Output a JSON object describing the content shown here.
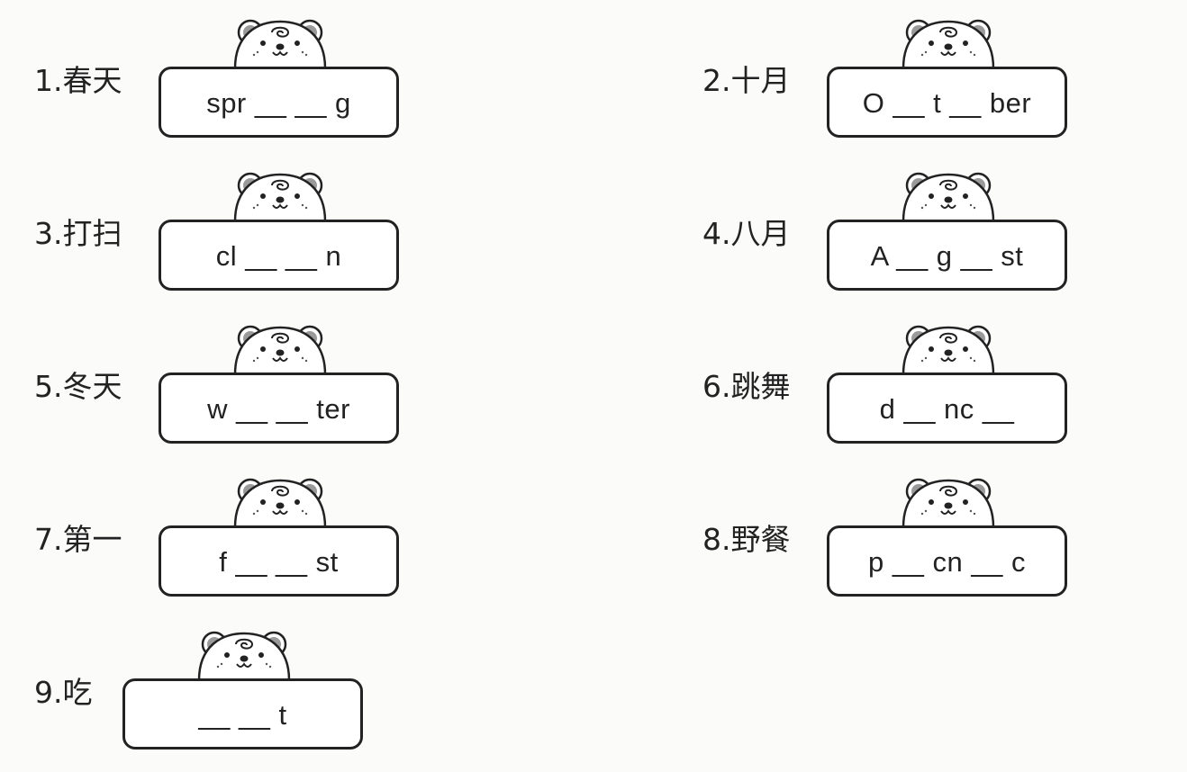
{
  "items": [
    {
      "number": "1.",
      "chinese": "春天",
      "word": "spr __ __ g"
    },
    {
      "number": "2.",
      "chinese": "十月",
      "word": "O __ t __ ber"
    },
    {
      "number": "3.",
      "chinese": "打扫",
      "word": "cl __ __ n"
    },
    {
      "number": "4.",
      "chinese": "八月",
      "word": "A __ g __ st"
    },
    {
      "number": "5.",
      "chinese": "冬天",
      "word": "w __ __ ter"
    },
    {
      "number": "6.",
      "chinese": "跳舞",
      "word": "d __ nc __"
    },
    {
      "number": "7.",
      "chinese": "第一",
      "word": "f __ __ st"
    },
    {
      "number": "8.",
      "chinese": "野餐",
      "word": "p __ cn __ c"
    },
    {
      "number": "9.",
      "chinese": "吃",
      "word": "__ __ t"
    }
  ]
}
